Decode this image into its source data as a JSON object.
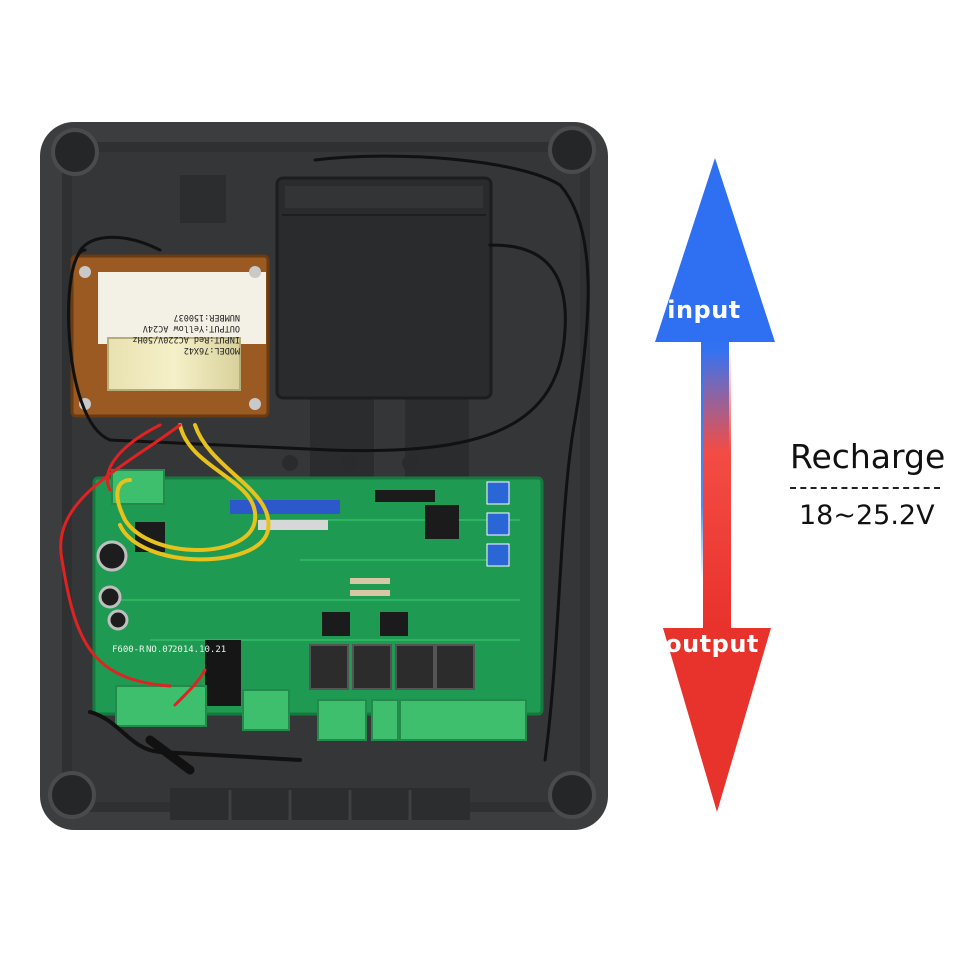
{
  "arrow": {
    "input_label": "input",
    "output_label": "output",
    "input_color": "#3a7cf5",
    "output_color": "#f2453d"
  },
  "recharge": {
    "title": "Recharge",
    "range": "18~25.2V"
  },
  "transformer_label": {
    "line1": "MODEL:76X42",
    "line2": "INPUT:Red AC220V/50Hz",
    "line3": "OUTPUT:Yellow AC24V",
    "line4": "NUMBER:150037"
  },
  "board_label": {
    "model": "F600-R",
    "number": "NO.07",
    "date": "2014.10.21"
  },
  "colors": {
    "enclosure": "#3c3d3f",
    "pcb": "#1f9a52",
    "terminal": "#3dbf6e",
    "transformer_core": "#9a5a22",
    "battery": "#2a2b2d"
  }
}
